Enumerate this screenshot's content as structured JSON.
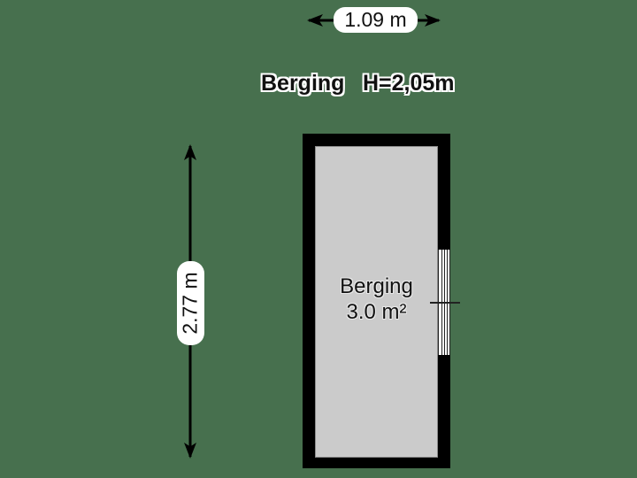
{
  "colors": {
    "background": "#47704E",
    "wall": "#000000",
    "floor": "#CBCBCB",
    "pill": "#FFFFFF",
    "text": "#111111",
    "line": "#000000"
  },
  "header": {
    "room_name": "Berging",
    "ceiling_height": "H=2,05m"
  },
  "dimensions": {
    "width": "1.09 m",
    "height": "2.77 m"
  },
  "room": {
    "name": "Berging",
    "area": "3.0 m²"
  }
}
